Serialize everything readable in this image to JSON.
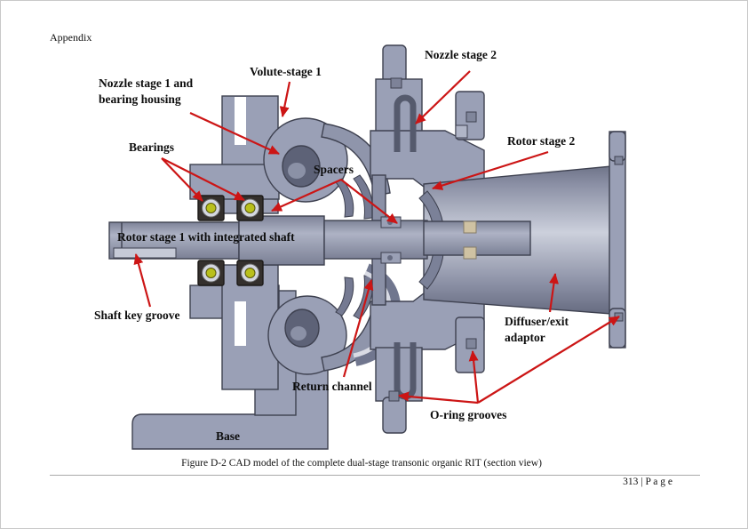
{
  "page": {
    "header": "Appendix",
    "caption": "Figure D-2 CAD model of the complete dual-stage transonic organic RIT (section view)",
    "page_number": "313 | P a g e"
  },
  "figure": {
    "labels": {
      "nozzle_stage_1": "Nozzle stage 1 and bearing housing",
      "volute_stage_1": "Volute-stage 1",
      "nozzle_stage_2": "Nozzle stage 2",
      "bearings": "Bearings",
      "spacers": "Spacers",
      "rotor_stage_2": "Rotor stage 2",
      "rotor_stage_1": "Rotor stage 1 with integrated shaft",
      "shaft_key_groove": "Shaft key groove",
      "diffuser_exit_adaptor": "Diffuser/exit adaptor",
      "return_channel": "Return channel",
      "o_ring_grooves": "O-ring grooves",
      "base": "Base"
    },
    "colors": {
      "body": "#9aa0b6",
      "body_light": "#c6cad7",
      "body_dark": "#5d6277",
      "outline": "#3e4150",
      "arrow_red": "#cc1515",
      "bearing_ball_yellow": "#b9c01c",
      "spacer_tan": "#cfc2a3"
    }
  }
}
